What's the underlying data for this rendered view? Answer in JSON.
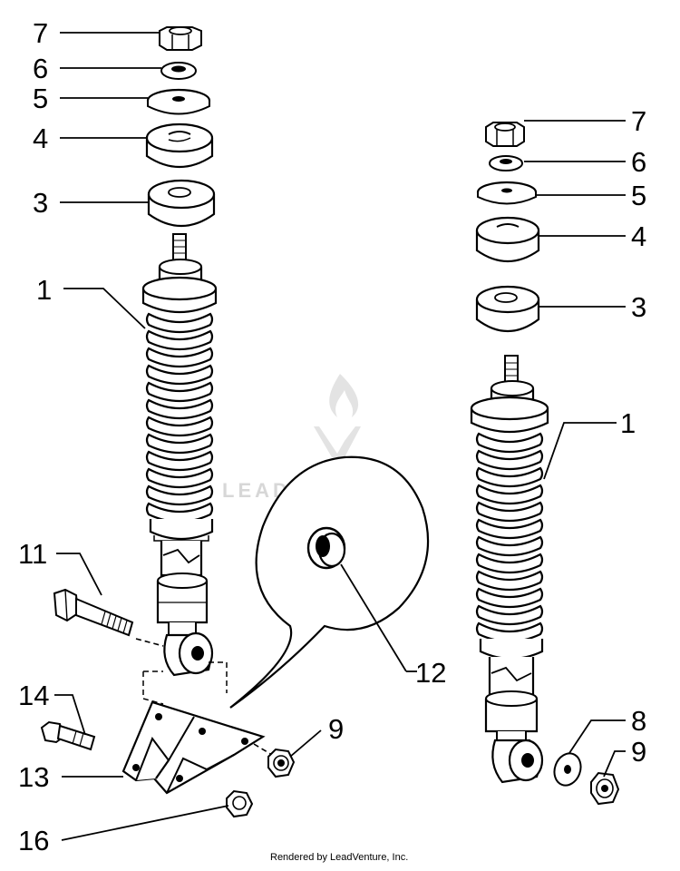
{
  "diagram": {
    "watermark_text": "LEADVENTURE",
    "credit_text": "Rendered by LeadVenture, Inc.",
    "line_color": "#000000",
    "watermark_color": "#d7d7d7"
  },
  "labels": {
    "l7": "7",
    "l6": "6",
    "l5": "5",
    "l4": "4",
    "l3": "3",
    "l1": "1",
    "l11": "11",
    "l14": "14",
    "l13": "13",
    "l16": "16",
    "l12": "12",
    "l9": "9",
    "r7": "7",
    "r6": "6",
    "r5": "5",
    "r4": "4",
    "r3": "3",
    "r1": "1",
    "r8": "8",
    "r9": "9"
  }
}
